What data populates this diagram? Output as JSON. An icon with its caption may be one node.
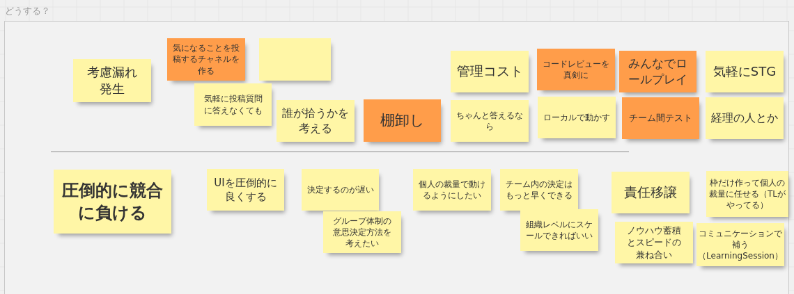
{
  "diagram": {
    "nodes": [
      {
        "text": [
          "どうする？"
        ]
      },
      {
        "text": [
          "考慮漏れ発生"
        ],
        "in": 0
      },
      {
        "text": [
          "気になることを投稿するチャネルを作る"
        ],
        "in": 0
      },
      {
        "text": [],
        "shape": "box",
        "in": 0
      },
      {
        "text": [
          "気軽に投稿質問に答えなくても"
        ],
        "in": 0
      },
      {
        "text": [
          "誰が拾うかを考える"
        ],
        "in": 0
      },
      {
        "text": [
          "棚卸し"
        ],
        "in": 0
      },
      {
        "text": [
          "管理コスト"
        ],
        "in": 0
      },
      {
        "text": [
          "ちゃんと答えるなら"
        ],
        "in": 0
      },
      {
        "text": [
          "コードレビューを真剣に"
        ],
        "in": 0
      },
      {
        "text": [
          "ローカルで動かす"
        ],
        "in": 0
      },
      {
        "text": [
          "みんなでロールプレイ"
        ],
        "in": 0
      },
      {
        "text": [
          "チーム間テスト"
        ],
        "in": 0
      },
      {
        "text": [
          "気軽にSTG"
        ],
        "in": 0
      },
      {
        "text": [
          "経理の人とか"
        ],
        "in": 0
      },
      {
        "text": [
          "圧倒的に競合に負ける"
        ],
        "in": 0
      },
      {
        "text": [
          "UIを圧倒的に良くする"
        ],
        "in": 0
      },
      {
        "text": [
          "決定するのが遅い"
        ],
        "in": 0
      },
      {
        "text": [
          "グループ体制の意思決定方法を考えたい"
        ],
        "in": 0
      },
      {
        "text": [
          "個人の裁量で動けるようにしたい"
        ],
        "in": 0
      },
      {
        "text": [
          "チーム内の決定はもっと早くできる"
        ],
        "in": 0
      },
      {
        "text": [
          "組織レベルにスケールできればいい"
        ],
        "in": 0
      },
      {
        "text": [
          "責任移譲"
        ],
        "in": 0
      },
      {
        "text": [
          "枠だけ作って個人の裁量に任せる（TLがやってる）"
        ],
        "in": 0
      },
      {
        "text": [
          "ノウハウ蓄積とスピードの兼ね合い"
        ],
        "in": 0
      },
      {
        "text": [
          "コミュニケーションで補う（LearningSession）"
        ],
        "in": 0
      }
    ]
  }
}
